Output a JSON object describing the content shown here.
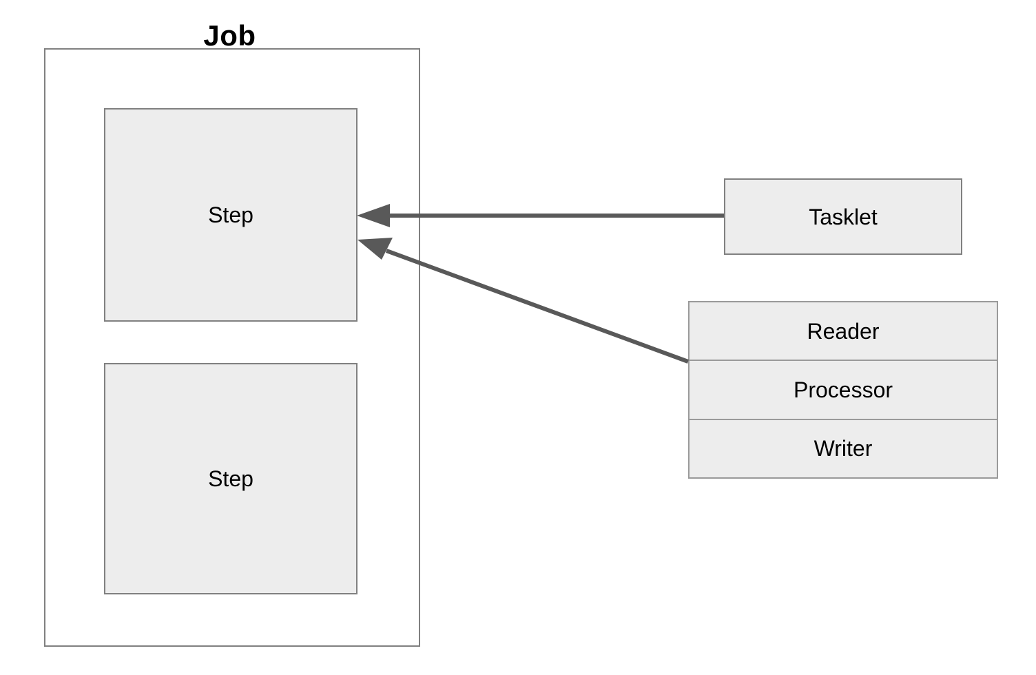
{
  "diagram": {
    "title": "Job",
    "background_color": "#ffffff",
    "node_fill": "#ededed",
    "node_border": "#808080",
    "connector_color": "#595959",
    "text_color": "#000000"
  },
  "job": {
    "label": "Job",
    "steps": [
      {
        "label": "Step"
      },
      {
        "label": "Step"
      }
    ]
  },
  "tasklet": {
    "label": "Tasklet"
  },
  "chunk": {
    "rows": [
      {
        "label": "Reader"
      },
      {
        "label": "Processor"
      },
      {
        "label": "Writer"
      }
    ]
  },
  "connectors": [
    {
      "name": "tasklet-to-step",
      "from": "Tasklet",
      "to": "Step",
      "style": "solid-arrow"
    },
    {
      "name": "chunk-to-step",
      "from": "Reader/Processor/Writer",
      "to": "Step",
      "style": "solid-arrow"
    }
  ]
}
